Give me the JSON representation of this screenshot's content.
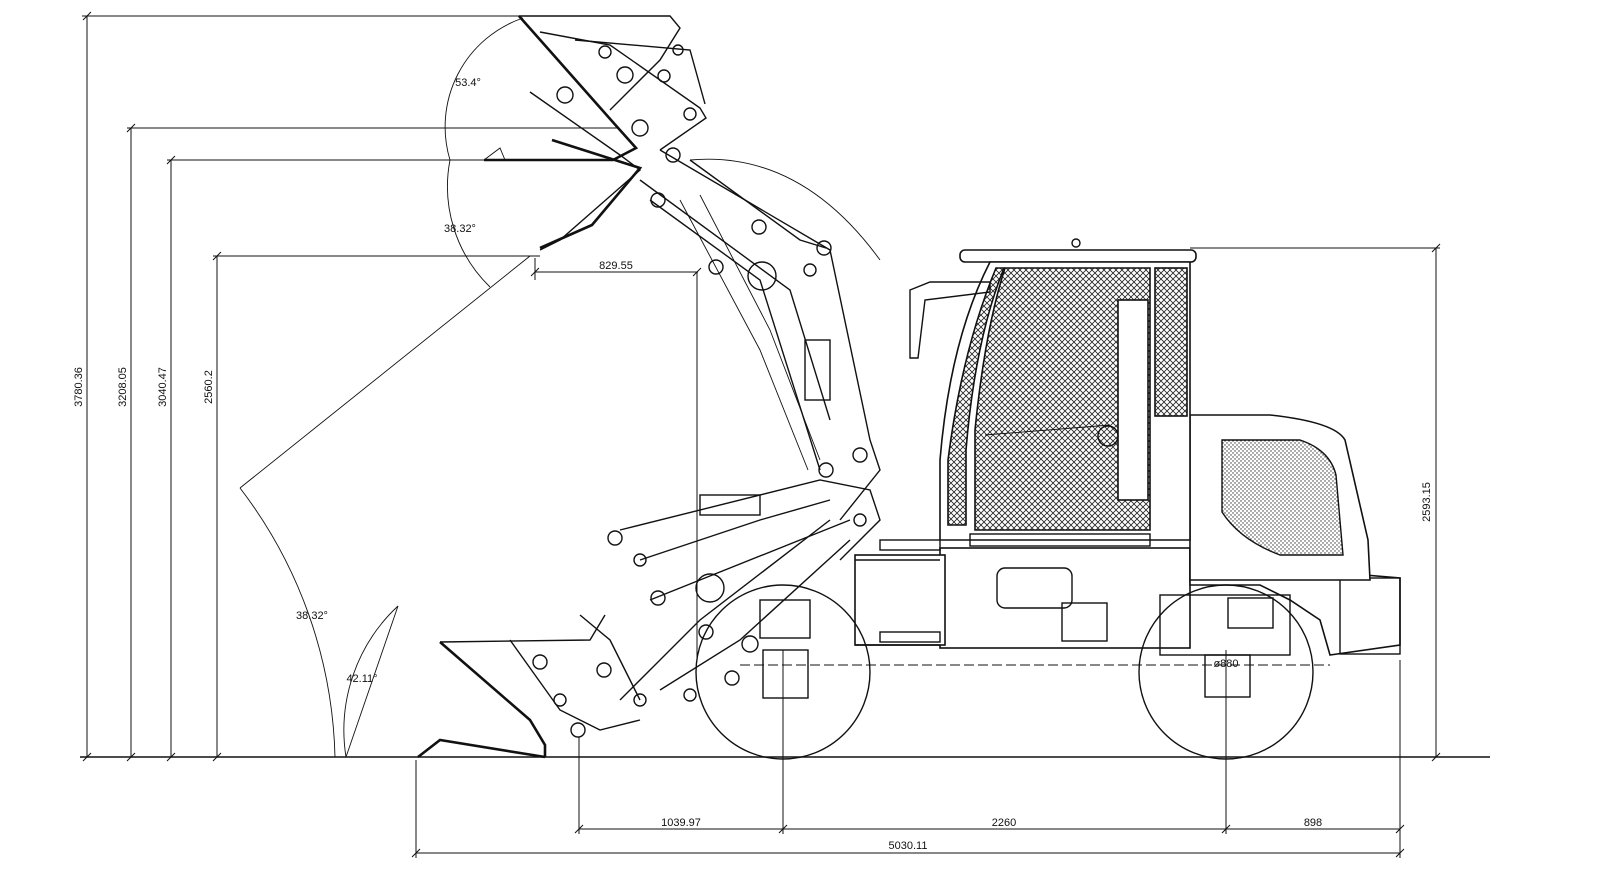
{
  "dimensions": {
    "height_max_bucket_edge": "3780.36",
    "height_dump_pin": "3208.05",
    "height_bucket_lip_raised": "3040.47",
    "height_dump_clearance": "2560.2",
    "height_cab": "2593.15",
    "reach_at_dump": "829.55",
    "front_overhang": "1039.97",
    "wheelbase": "2260",
    "rear_overhang": "898",
    "overall_length": "5030.11",
    "tire_diameter": "ø880"
  },
  "angles": {
    "rollback_raised": "53.4°",
    "dump_angle_upper": "38.32°",
    "dump_angle_lower": "38.32°",
    "rollback_ground": "42.11°"
  },
  "drawing": {
    "subject": "wheel-loader-side-elevation",
    "line_color": "#111111",
    "background": "#ffffff"
  }
}
